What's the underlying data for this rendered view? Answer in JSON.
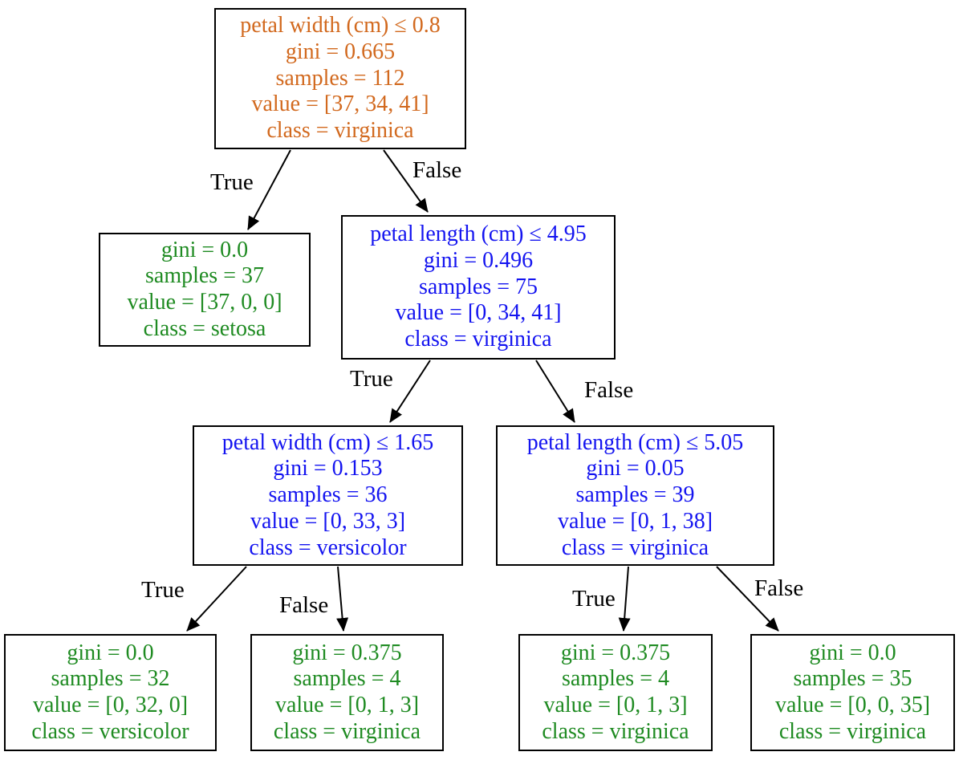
{
  "palette": {
    "root_node_text": "#d2691e",
    "internal_node_text": "#1414f0",
    "leaf_node_text": "#1f8b22",
    "edge_and_border": "#000000",
    "background": "#ffffff"
  },
  "tree": {
    "nodes": [
      {
        "id": "root",
        "role": "root-split",
        "condition": "petal width (cm) ≤ 0.8",
        "gini": 0.665,
        "samples": 112,
        "value": [
          37,
          34,
          41
        ],
        "class": "virginica",
        "lines": [
          "petal width (cm) ≤ 0.8",
          "gini = 0.665",
          "samples = 112",
          "value = [37, 34, 41]",
          "class = virginica"
        ]
      },
      {
        "id": "setosa-leaf",
        "role": "leaf",
        "gini": 0.0,
        "samples": 37,
        "value": [
          37,
          0,
          0
        ],
        "class": "setosa",
        "lines": [
          "gini = 0.0",
          "samples = 37",
          "value = [37, 0, 0]",
          "class = setosa"
        ]
      },
      {
        "id": "petal-length-4-95",
        "role": "internal-split",
        "condition": "petal length (cm) ≤ 4.95",
        "gini": 0.496,
        "samples": 75,
        "value": [
          0,
          34,
          41
        ],
        "class": "virginica",
        "lines": [
          "petal length (cm) ≤ 4.95",
          "gini = 0.496",
          "samples = 75",
          "value = [0, 34, 41]",
          "class = virginica"
        ]
      },
      {
        "id": "petal-width-1-65",
        "role": "internal-split",
        "condition": "petal width (cm) ≤ 1.65",
        "gini": 0.153,
        "samples": 36,
        "value": [
          0,
          33,
          3
        ],
        "class": "versicolor",
        "lines": [
          "petal width (cm) ≤ 1.65",
          "gini = 0.153",
          "samples = 36",
          "value = [0, 33, 3]",
          "class = versicolor"
        ]
      },
      {
        "id": "petal-length-5-05",
        "role": "internal-split",
        "condition": "petal length (cm) ≤ 5.05",
        "gini": 0.05,
        "samples": 39,
        "value": [
          0,
          1,
          38
        ],
        "class": "virginica",
        "lines": [
          "petal length (cm) ≤ 5.05",
          "gini = 0.05",
          "samples = 39",
          "value = [0, 1, 38]",
          "class = virginica"
        ]
      },
      {
        "id": "versicolor-leaf",
        "role": "leaf",
        "gini": 0.0,
        "samples": 32,
        "value": [
          0,
          32,
          0
        ],
        "class": "versicolor",
        "lines": [
          "gini = 0.0",
          "samples = 32",
          "value = [0, 32, 0]",
          "class = versicolor"
        ]
      },
      {
        "id": "virginica-leaf-a",
        "role": "leaf",
        "gini": 0.375,
        "samples": 4,
        "value": [
          0,
          1,
          3
        ],
        "class": "virginica",
        "lines": [
          "gini = 0.375",
          "samples = 4",
          "value = [0, 1, 3]",
          "class = virginica"
        ]
      },
      {
        "id": "virginica-leaf-b",
        "role": "leaf",
        "gini": 0.375,
        "samples": 4,
        "value": [
          0,
          1,
          3
        ],
        "class": "virginica",
        "lines": [
          "gini = 0.375",
          "samples = 4",
          "value = [0, 1, 3]",
          "class = virginica"
        ]
      },
      {
        "id": "virginica-leaf-c",
        "role": "leaf",
        "gini": 0.0,
        "samples": 35,
        "value": [
          0,
          0,
          35
        ],
        "class": "virginica",
        "lines": [
          "gini = 0.0",
          "samples = 35",
          "value = [0, 0, 35]",
          "class = virginica"
        ]
      }
    ],
    "edges": [
      {
        "from": "root",
        "to": "setosa-leaf",
        "label": "True"
      },
      {
        "from": "root",
        "to": "petal-length-4-95",
        "label": "False"
      },
      {
        "from": "petal-length-4-95",
        "to": "petal-width-1-65",
        "label": "True"
      },
      {
        "from": "petal-length-4-95",
        "to": "petal-length-5-05",
        "label": "False"
      },
      {
        "from": "petal-width-1-65",
        "to": "versicolor-leaf",
        "label": "True"
      },
      {
        "from": "petal-width-1-65",
        "to": "virginica-leaf-a",
        "label": "False"
      },
      {
        "from": "petal-length-5-05",
        "to": "virginica-leaf-b",
        "label": "True"
      },
      {
        "from": "petal-length-5-05",
        "to": "virginica-leaf-c",
        "label": "False"
      }
    ]
  }
}
